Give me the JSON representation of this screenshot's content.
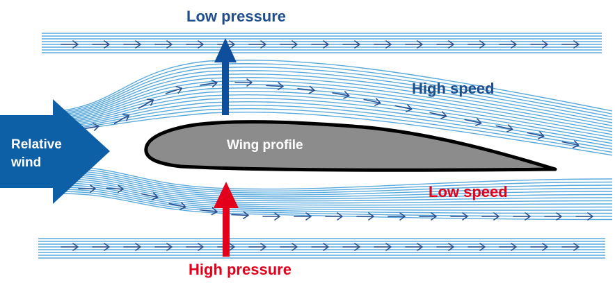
{
  "labels": {
    "low_pressure": "Low pressure",
    "high_speed": "High speed",
    "low_speed": "Low speed",
    "high_pressure": "High pressure",
    "wing_profile": "Wing profile",
    "relative_wind_line1": "Relative",
    "relative_wind_line2": "wind"
  },
  "colors": {
    "dark_blue_text": "#1f4e8c",
    "red": "#e3001b",
    "wind_arrow": "#0d5fa6",
    "low_pressure_arrow": "#0d4f9c",
    "streamline": "#5aa9dc",
    "flow_arrow": "#2a4f8f",
    "wing_fill": "#8c8c8c",
    "wing_stroke": "#000000"
  },
  "icons": {
    "up_arrow": "up-arrow-icon",
    "right_arrow": "right-arrow-icon"
  }
}
